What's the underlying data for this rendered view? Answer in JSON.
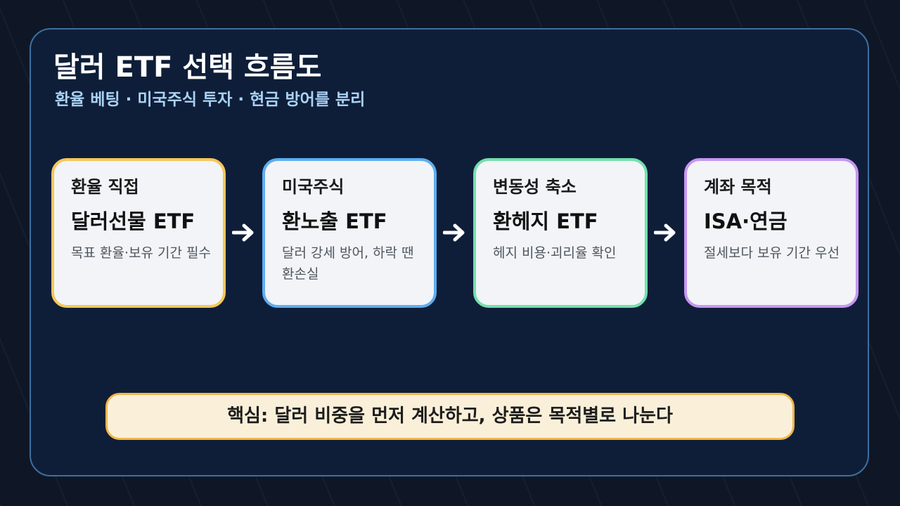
{
  "title": "달러 ETF 선택 흐름도",
  "subtitle": "환율 베팅 · 미국주식 투자 · 현금 방어를 분리",
  "cards": [
    {
      "label": "환율 직접",
      "heading": "달러선물 ETF",
      "desc": "목표 환율·보유 기간 필수",
      "color": "#f5c65a"
    },
    {
      "label": "미국주식",
      "heading": "환노출 ETF",
      "desc": "달러 강세 방어, 하락 땐 환손실",
      "color": "#5eaef0"
    },
    {
      "label": "변동성 축소",
      "heading": "환헤지 ETF",
      "desc": "헤지 비용·괴리율 확인",
      "color": "#74dfae"
    },
    {
      "label": "계좌 목적",
      "heading": "ISA·연금",
      "desc": "절세보다 보유 기간 우선",
      "color": "#c796f2"
    }
  ],
  "arrow_icon": "arrow-right-icon",
  "callout": "핵심: 달러 비중을 먼저 계산하고, 상품은 목적별로 나눈다",
  "colors": {
    "background": "#0f1726",
    "panel": "#0f1e38",
    "panel_border": "#3d6fa0",
    "subtitle": "#a9d2f6",
    "callout_bg": "#faf0d9",
    "callout_border": "#f0b64a"
  }
}
